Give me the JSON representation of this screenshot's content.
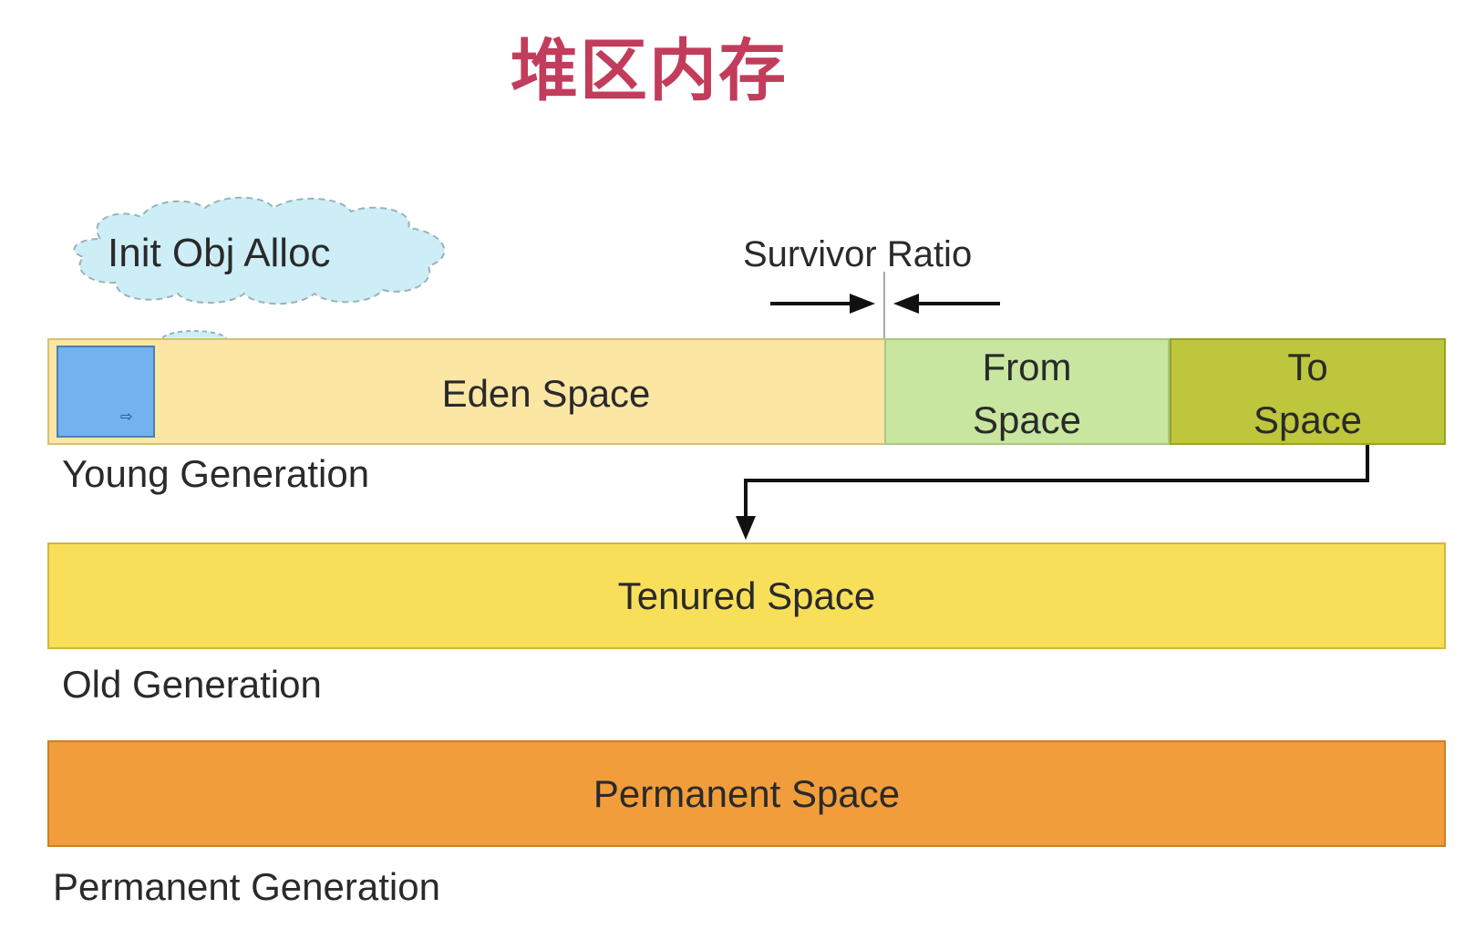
{
  "title": "堆区内存",
  "init_alloc": {
    "label": "Init Obj Alloc"
  },
  "survivor_ratio": {
    "label": "Survivor Ratio"
  },
  "young_generation": {
    "label": "Young Generation",
    "eden": "Eden Space",
    "from_line1": "From",
    "from_line2": "Space",
    "to_line1": "To",
    "to_line2": "Space"
  },
  "old_generation": {
    "label": "Old Generation",
    "tenured": "Tenured Space"
  },
  "permanent_generation": {
    "label": "Permanent Generation",
    "permanent": "Permanent Space"
  },
  "colors": {
    "title": "#c23c5c",
    "eden": "#fbe6a4",
    "from": "#c8e6a0",
    "to": "#bdc63c",
    "tenured": "#f8df5a",
    "permanent": "#f29d3b",
    "cloud": "#cdeef6"
  }
}
